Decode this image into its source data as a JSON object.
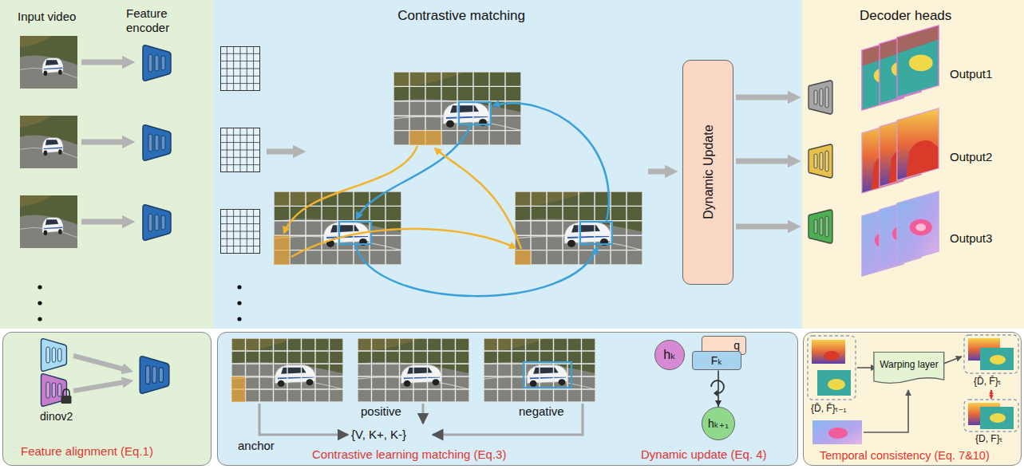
{
  "diagram": {
    "nodes": [
      {
        "text": [
          "Input video",
          "Feature encoder"
        ]
      },
      {
        "text": [
          "Contrastive matching"
        ]
      },
      {
        "text": [
          "Dynamic Update"
        ],
        "in": 1
      },
      {
        "text": [
          "Decoder heads"
        ]
      },
      {
        "text": [
          "Feature alignment (Eq.1)"
        ]
      },
      {
        "text": [
          "Contrastive learning matching (Eq.3)",
          "Dynamic update (Eq. 4)"
        ]
      },
      {
        "text": [
          "hₖ"
        ],
        "in": 5
      },
      {
        "text": [
          "q"
        ],
        "in": 5
      },
      {
        "text": [
          "Fₖ"
        ],
        "in": 5
      },
      {
        "text": [
          "hₖ₊₁"
        ],
        "in": 5
      },
      {
        "text": [
          "Temporal consistency (Eq. 7&10)"
        ]
      },
      {
        "text": [
          "Warping layer"
        ],
        "in": 10
      }
    ],
    "edges": [
      {
        "from": 8,
        "to": 9,
        "arrow": "to"
      }
    ],
    "labels": [
      "Output1",
      "Output2",
      "Output3",
      "dinov2",
      "anchor",
      "positive",
      "negative",
      "{V, K+, K-}",
      "{D̄, F̄}ₜ₋₁",
      "{D̄, F̄}ₜ",
      "{D, F}ₜ"
    ]
  }
}
